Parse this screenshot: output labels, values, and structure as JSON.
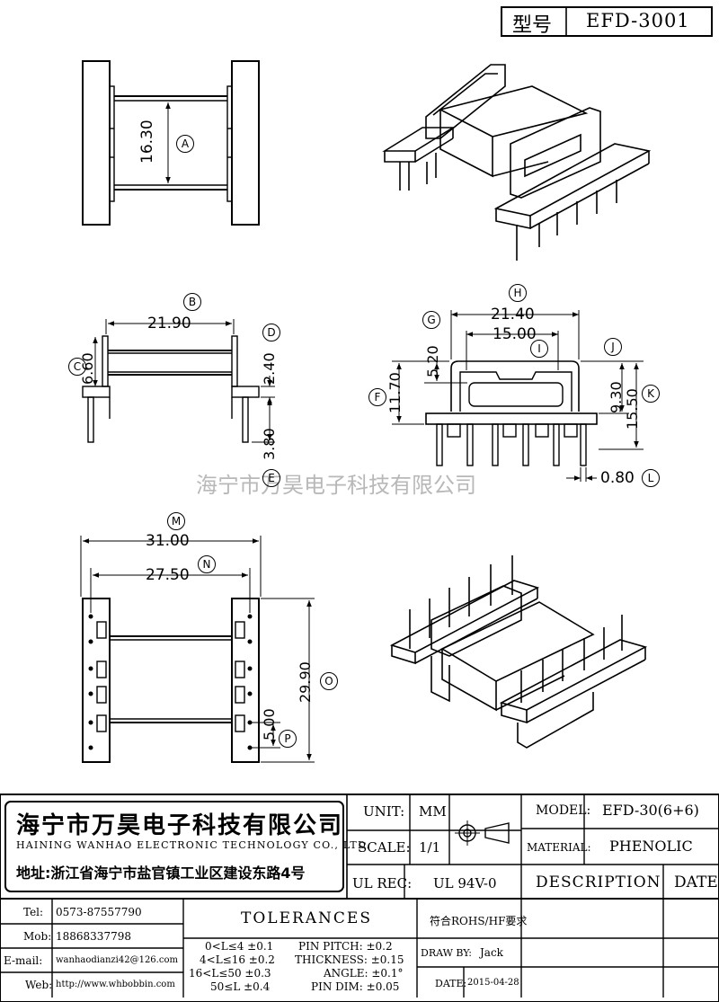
{
  "header": {
    "type_label": "型号",
    "type_value": "EFD-3001"
  },
  "watermark": "海宁市万昊电子科技有限公司",
  "dimensions": {
    "A": "16.30",
    "B": "21.90",
    "C": "6.60",
    "D": "2.40",
    "E": "3.80",
    "F": "11.70",
    "G": "5.20",
    "H": "21.40",
    "I": "15.00",
    "J": "9.30",
    "K": "15.50",
    "L": "0.80",
    "M": "31.00",
    "N": "27.50",
    "O": "29.90",
    "P": "5.00"
  },
  "markers": {
    "A": "A",
    "B": "B",
    "C": "C",
    "D": "D",
    "E": "E",
    "F": "F",
    "G": "G",
    "H": "H",
    "I": "I",
    "J": "J",
    "K": "K",
    "L": "L",
    "M": "M",
    "N": "N",
    "O": "O",
    "P": "P"
  },
  "company": {
    "name_cn": "海宁市万昊电子科技有限公司",
    "name_en": "HAINING WANHAO ELECTRONIC TECHNOLOGY CO., LTD.",
    "address": "地址:浙江省海宁市盐官镇工业区建设东路4号"
  },
  "titleblock": {
    "unit_label": "UNIT:",
    "unit_value": "MM",
    "scale_label": "SCALE:",
    "scale_value": "1/1",
    "model_label": "MODEL:",
    "model_value": "EFD-30(6+6)",
    "material_label": "MATERIAL:",
    "material_value": "PHENOLIC",
    "ulrec_label": "UL REC:",
    "ulrec_value": "UL 94V-0",
    "description_label": "DESCRIPTION",
    "date_label": "DATE",
    "rohs": "符合ROHS/HF要求",
    "drawby_label": "DRAW BY:",
    "drawby_value": "Jack",
    "date2_label": "DATE:",
    "date2_value": "2015-04-28"
  },
  "contacts": [
    {
      "label": "Tel:",
      "value": "0573-87557790"
    },
    {
      "label": "Mob:",
      "value": "18868337798"
    },
    {
      "label": "E-mail:",
      "value": "wanhaodianzi42@126.com"
    },
    {
      "label": "Web:",
      "value": "http://www.whbobbin.com"
    }
  ],
  "tolerances": {
    "title": "TOLERANCES",
    "ranges": [
      "0<L≤4 ±0.1",
      "4<L≤16 ±0.2",
      "16<L≤50 ±0.3",
      "50≤L ±0.4"
    ],
    "specs": [
      "PIN PITCH: ±0.2",
      "THICKNESS: ±0.15",
      "ANGLE: ±0.1°",
      "PIN DIM: ±0.05"
    ]
  }
}
